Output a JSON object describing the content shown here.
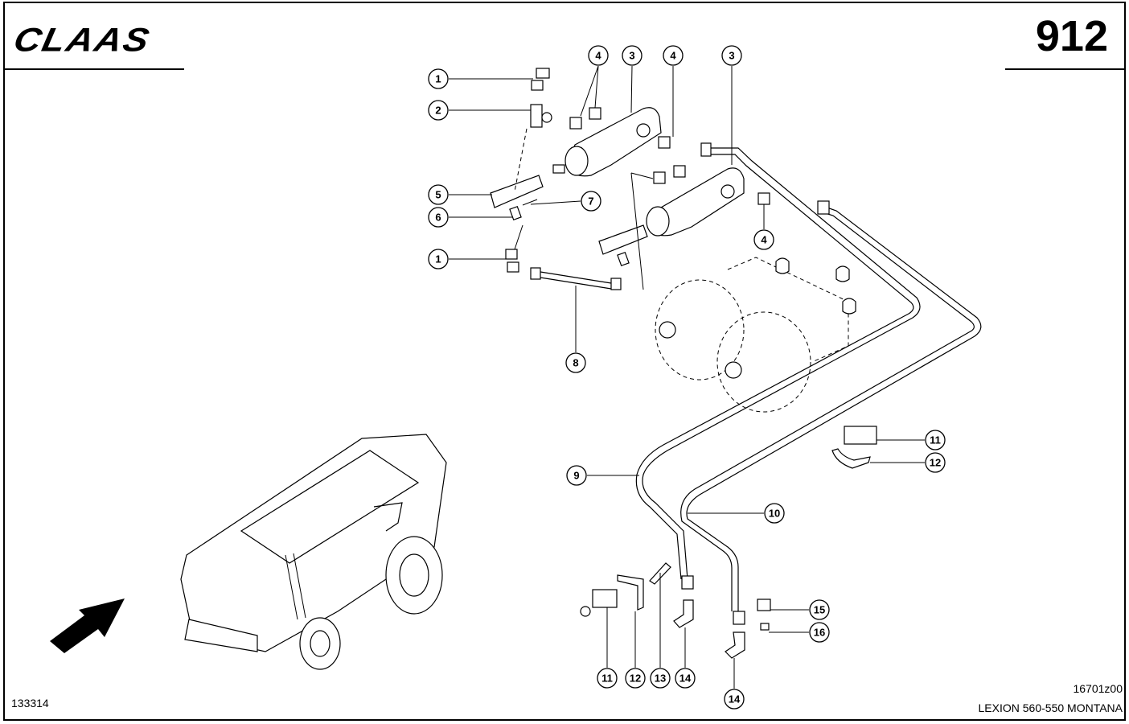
{
  "header": {
    "brand": "CLAAS",
    "page_number": "912"
  },
  "footer": {
    "document_number": "133314",
    "figure_code": "16701z00",
    "model": "LEXION 560-550 MONTANA"
  },
  "callouts": [
    {
      "id": "c1a",
      "label": "1"
    },
    {
      "id": "c2",
      "label": "2"
    },
    {
      "id": "c4a",
      "label": "4"
    },
    {
      "id": "c3a",
      "label": "3"
    },
    {
      "id": "c4b",
      "label": "4"
    },
    {
      "id": "c3b",
      "label": "3"
    },
    {
      "id": "c5",
      "label": "5"
    },
    {
      "id": "c6",
      "label": "6"
    },
    {
      "id": "c7",
      "label": "7"
    },
    {
      "id": "c1b",
      "label": "1"
    },
    {
      "id": "c4c",
      "label": "4"
    },
    {
      "id": "c8",
      "label": "8"
    },
    {
      "id": "c9",
      "label": "9"
    },
    {
      "id": "c10",
      "label": "10"
    },
    {
      "id": "c11a",
      "label": "11"
    },
    {
      "id": "c12a",
      "label": "12"
    },
    {
      "id": "c11b",
      "label": "11"
    },
    {
      "id": "c12b",
      "label": "12"
    },
    {
      "id": "c13",
      "label": "13"
    },
    {
      "id": "c14a",
      "label": "14"
    },
    {
      "id": "c14b",
      "label": "14"
    },
    {
      "id": "c15",
      "label": "15"
    },
    {
      "id": "c16",
      "label": "16"
    }
  ]
}
